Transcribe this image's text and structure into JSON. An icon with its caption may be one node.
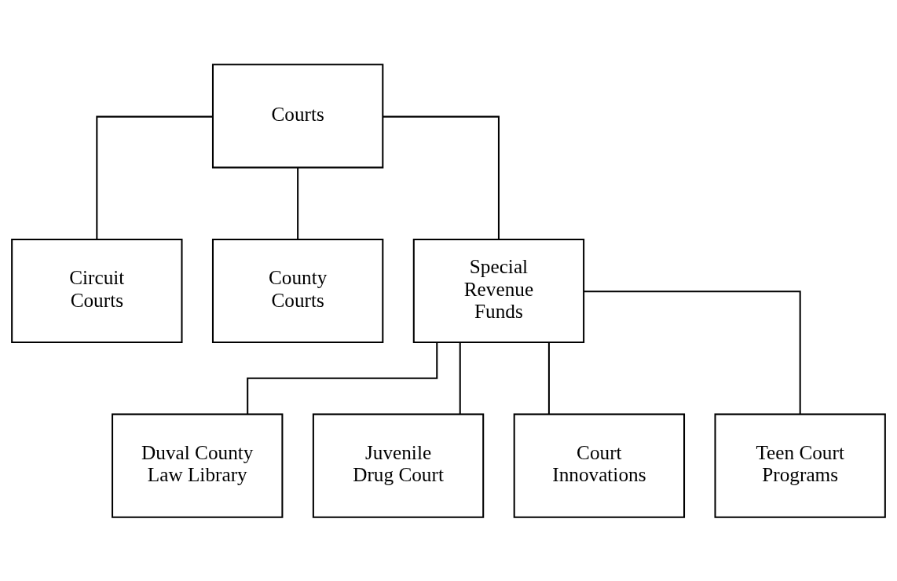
{
  "diagram": {
    "nodes": [
      {
        "text": [
          "Courts"
        ]
      },
      {
        "text": [
          "Circuit Courts"
        ]
      },
      {
        "text": [
          "County Courts"
        ]
      },
      {
        "text": [
          "Special Revenue Funds"
        ]
      },
      {
        "text": [
          "Duval County Law Library"
        ]
      },
      {
        "text": [
          "Juvenile Drug Court"
        ]
      },
      {
        "text": [
          "Court Innovations"
        ]
      },
      {
        "text": [
          "Teen Court Programs"
        ]
      }
    ],
    "edges": [
      {
        "from": 0,
        "to": 1,
        "arrow": "none"
      },
      {
        "from": 0,
        "to": 2,
        "arrow": "none"
      },
      {
        "from": 0,
        "to": 3,
        "arrow": "none"
      },
      {
        "from": 3,
        "to": 4,
        "arrow": "none"
      },
      {
        "from": 3,
        "to": 5,
        "arrow": "none"
      },
      {
        "from": 3,
        "to": 6,
        "arrow": "none"
      },
      {
        "from": 3,
        "to": 7,
        "arrow": "none"
      }
    ]
  }
}
